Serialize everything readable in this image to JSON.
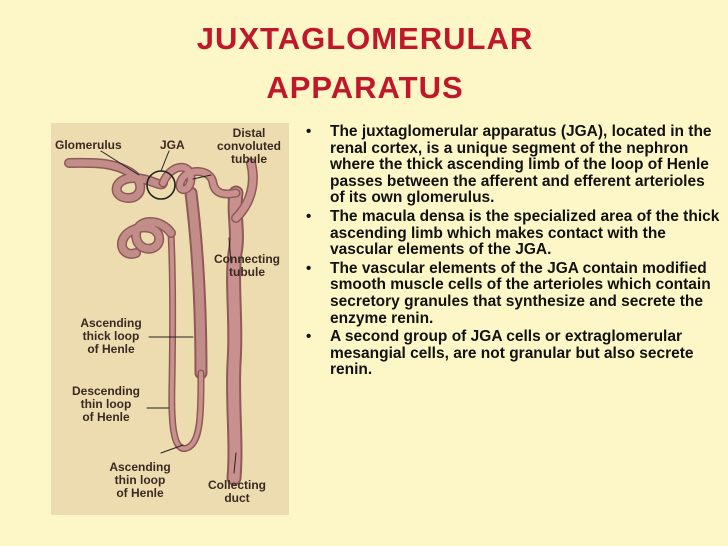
{
  "slide": {
    "title_line1": "JUXTAGLOMERULAR",
    "title_line2": "APPARATUS"
  },
  "figure": {
    "labels": {
      "glomerulus": "Glomerulus",
      "jga": "JGA",
      "distal_1": "Distal",
      "distal_2": "convoluted",
      "distal_3": "tubule",
      "connecting_1": "Connecting",
      "connecting_2": "tubule",
      "asc_thick_1": "Ascending",
      "asc_thick_2": "thick loop",
      "asc_thick_3": "of Henle",
      "desc_thin_1": "Descending",
      "desc_thin_2": "thin loop",
      "desc_thin_3": "of Henle",
      "asc_thin_1": "Ascending",
      "asc_thin_2": "thin loop",
      "asc_thin_3": "of Henle",
      "collecting_1": "Collecting",
      "collecting_2": "duct"
    },
    "colors": {
      "tubule": "#b98582",
      "tubule_dark": "#8e5a58",
      "background": "#eddcb0"
    }
  },
  "bullets": [
    "The juxtaglomerular apparatus (JGA), located in the renal cortex, is a unique segment of the nephron where the thick ascending limb of the loop of Henle passes between the afferent and efferent arterioles of its own glomerulus.",
    "The macula densa is the specialized area of the thick ascending limb which makes contact with the vascular elements of the JGA.",
    "The vascular elements of the JGA contain modified smooth muscle cells of the arterioles which contain secretory granules that synthesize and secrete the enzyme renin.",
    "A second group of JGA cells or extraglomerular mesangial cells, are not granular but also secrete renin."
  ],
  "bullet_symbol": "•",
  "colors": {
    "title": "#c0182a",
    "background": "#fdf7c7"
  }
}
